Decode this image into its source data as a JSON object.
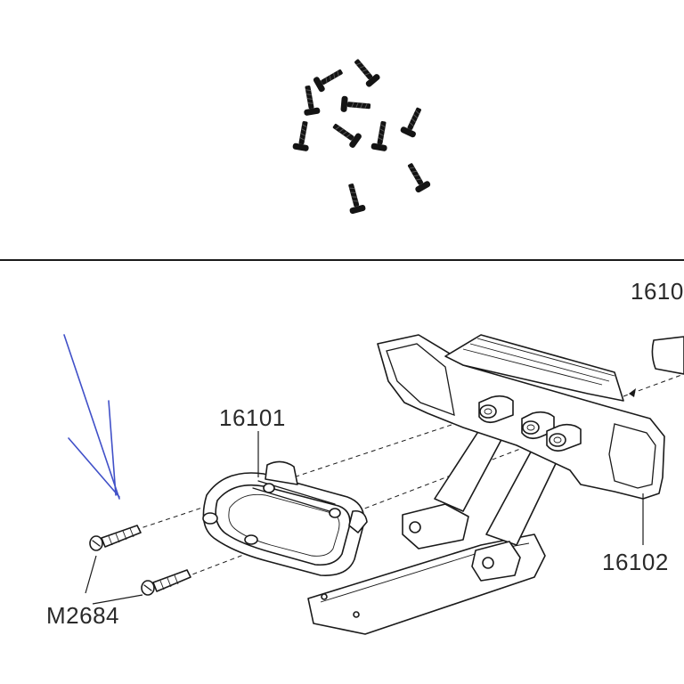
{
  "labels": {
    "part_16101": "16101",
    "part_16102": "16102",
    "part_top_right": "1610",
    "screw_code": "M2684"
  },
  "colors": {
    "line": "#1a1a1a",
    "label": "#2a2a2a",
    "pen_annotation": "#4050c8",
    "screw": "#141414"
  },
  "icons": {
    "screws_photo": "screw-set-photo",
    "pen_marks": "pen-annotation-lines"
  }
}
